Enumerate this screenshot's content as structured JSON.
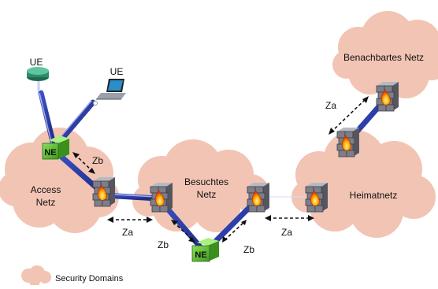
{
  "labels": {
    "ue_router": "UE",
    "ue_laptop": "UE",
    "access_line1": "Access",
    "access_line2": "Netz",
    "besuchtes_line1": "Besuchtes",
    "besuchtes_line2": "Netz",
    "heimatnetz": "Heimatnetz",
    "benachbartes": "Benachbartes Netz",
    "ne_top": "NE",
    "ne_bottom": "NE",
    "zb_top": "Zb",
    "zb_bottom_left": "Zb",
    "zb_bottom_right": "Zb",
    "za_left": "Za",
    "za_right": "Za",
    "za_top": "Za",
    "legend": "Security Domains"
  },
  "colors": {
    "cloud": "#f2c4b4",
    "link": "#2b3ea6",
    "ne_box": "#5fbf3a",
    "firewall_block": "#7d7e88"
  },
  "icons": {
    "firewall": "firewall-icon",
    "router": "router-icon",
    "laptop": "laptop-icon",
    "ne": "network-element-icon"
  }
}
